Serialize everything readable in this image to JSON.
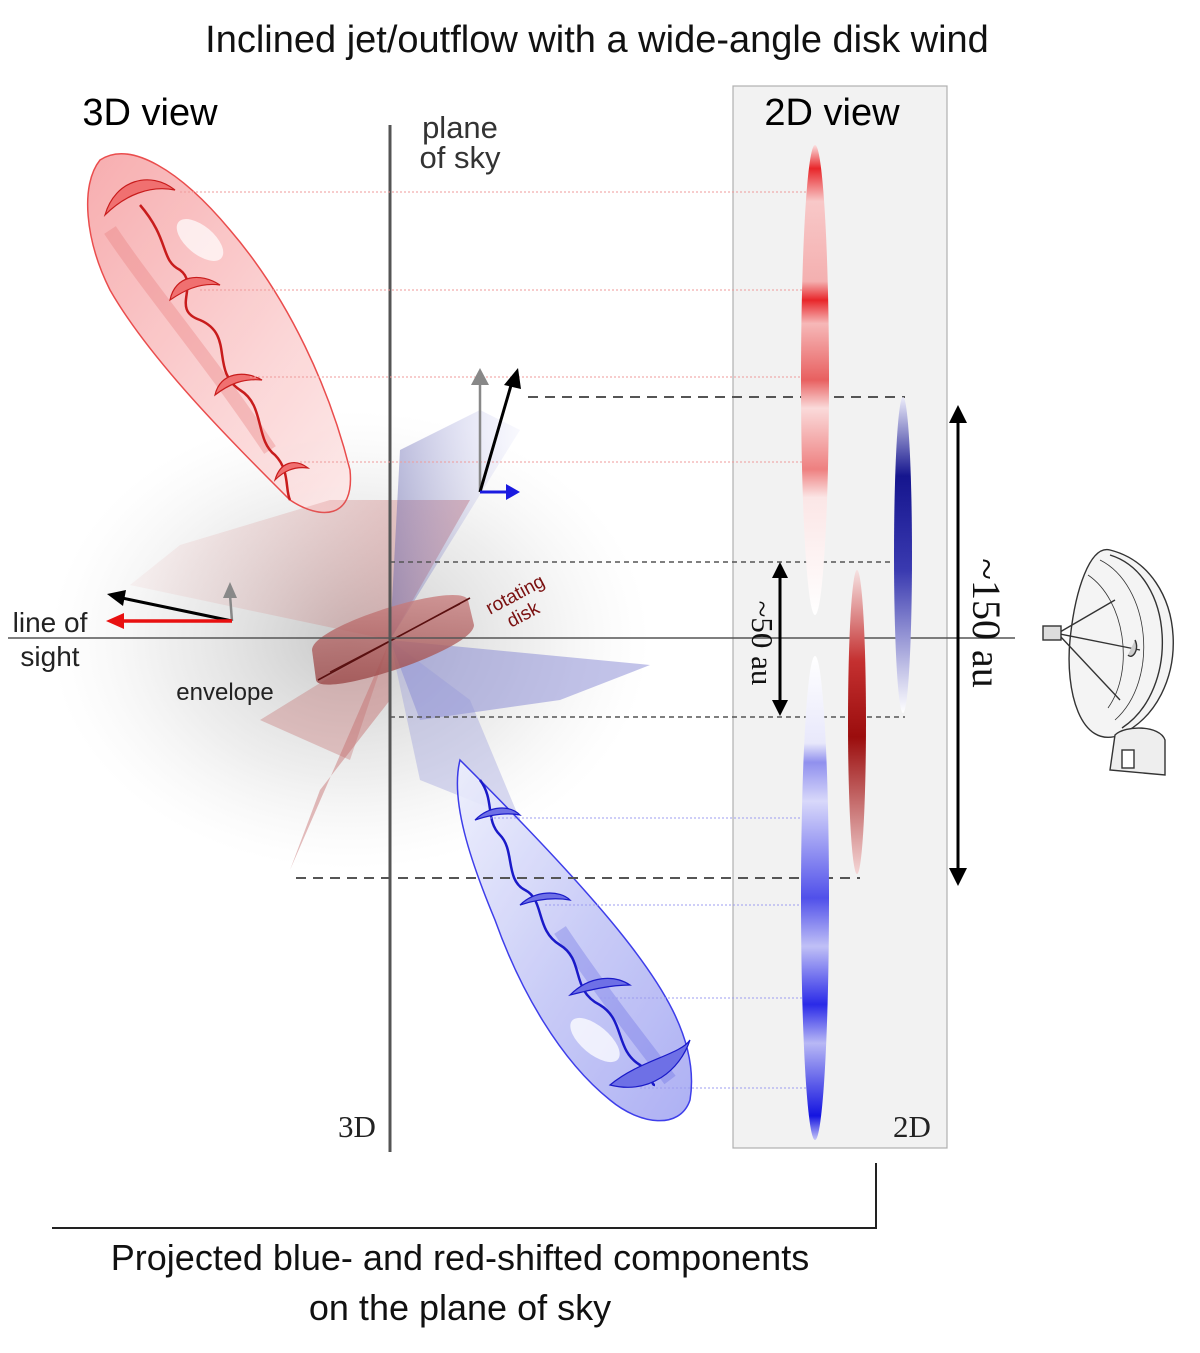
{
  "title": "Inclined jet/outflow with a wide-angle disk wind",
  "view_3d": {
    "heading": "3D view",
    "corner_label": "3D"
  },
  "view_2d": {
    "heading": "2D view",
    "corner_label": "2D"
  },
  "plane_of_sky": {
    "line1": "plane",
    "line2": "of sky"
  },
  "line_of_sight": {
    "line1": "line of",
    "line2": "sight"
  },
  "envelope_label": "envelope",
  "disk_label": {
    "line1": "rotating",
    "line2": "disk"
  },
  "scale_small": "~50 au",
  "scale_large": "~150 au",
  "caption": {
    "line1": "Projected blue- and red-shifted components",
    "line2": "on the plane of sky"
  },
  "icons": [
    "radio-telescope-icon"
  ],
  "colors": {
    "redshift": "#e8262a",
    "blueshift": "#2a2ae8",
    "disk": "#8b1a1a",
    "panel_bg": "#f2f2f2",
    "axis": "#555555"
  }
}
